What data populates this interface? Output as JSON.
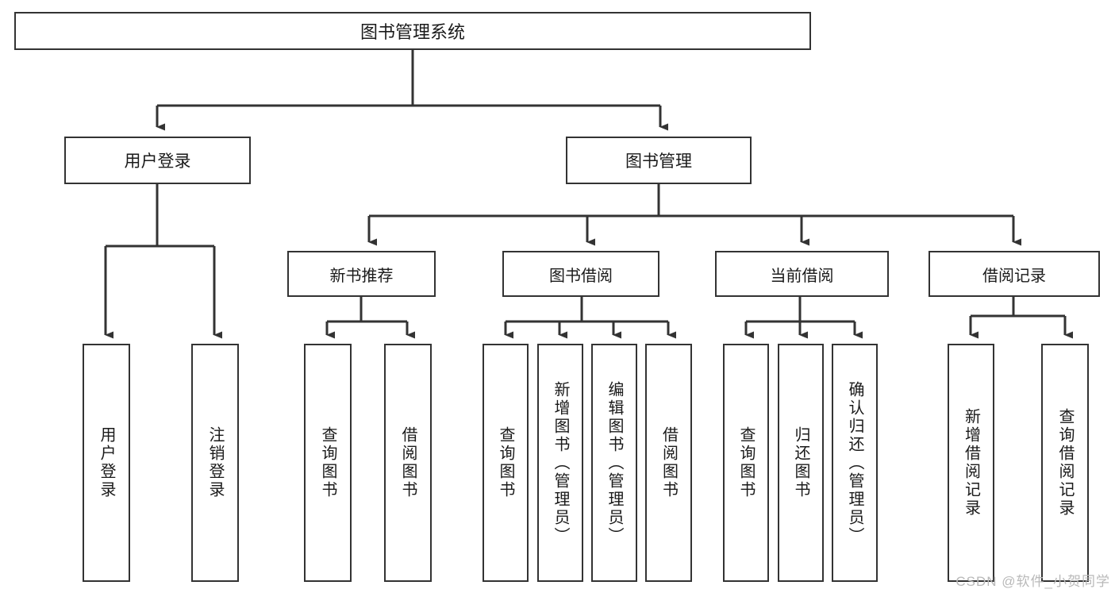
{
  "diagram": {
    "title": "图书管理系统",
    "type": "hierarchy-tree",
    "watermark": "CSDN @软件_小贺同学",
    "colors": {
      "box_border": "#333333",
      "box_fill": "#ffffff",
      "edge": "#333333",
      "text": "#1a1a1a",
      "watermark": "#b9b9b9"
    },
    "root": {
      "label": "图书管理系统"
    },
    "level1": [
      {
        "label": "用户登录"
      },
      {
        "label": "图书管理"
      }
    ],
    "level2": [
      {
        "label": "新书推荐"
      },
      {
        "label": "图书借阅"
      },
      {
        "label": "当前借阅"
      },
      {
        "label": "借阅记录"
      }
    ],
    "leaves": {
      "user_login": [
        {
          "label": "用户登录"
        },
        {
          "label": "注销登录"
        }
      ],
      "new_book_recommend": [
        {
          "label": "查询图书"
        },
        {
          "label": "借阅图书"
        }
      ],
      "book_borrow": [
        {
          "label": "查询图书"
        },
        {
          "label": "新增图书（管理员）"
        },
        {
          "label": "编辑图书（管理员）"
        },
        {
          "label": "借阅图书"
        }
      ],
      "current_borrow": [
        {
          "label": "查询图书"
        },
        {
          "label": "归还图书"
        },
        {
          "label": "确认归还（管理员）"
        }
      ],
      "borrow_record": [
        {
          "label": "新增借阅记录"
        },
        {
          "label": "查询借阅记录"
        }
      ]
    }
  }
}
